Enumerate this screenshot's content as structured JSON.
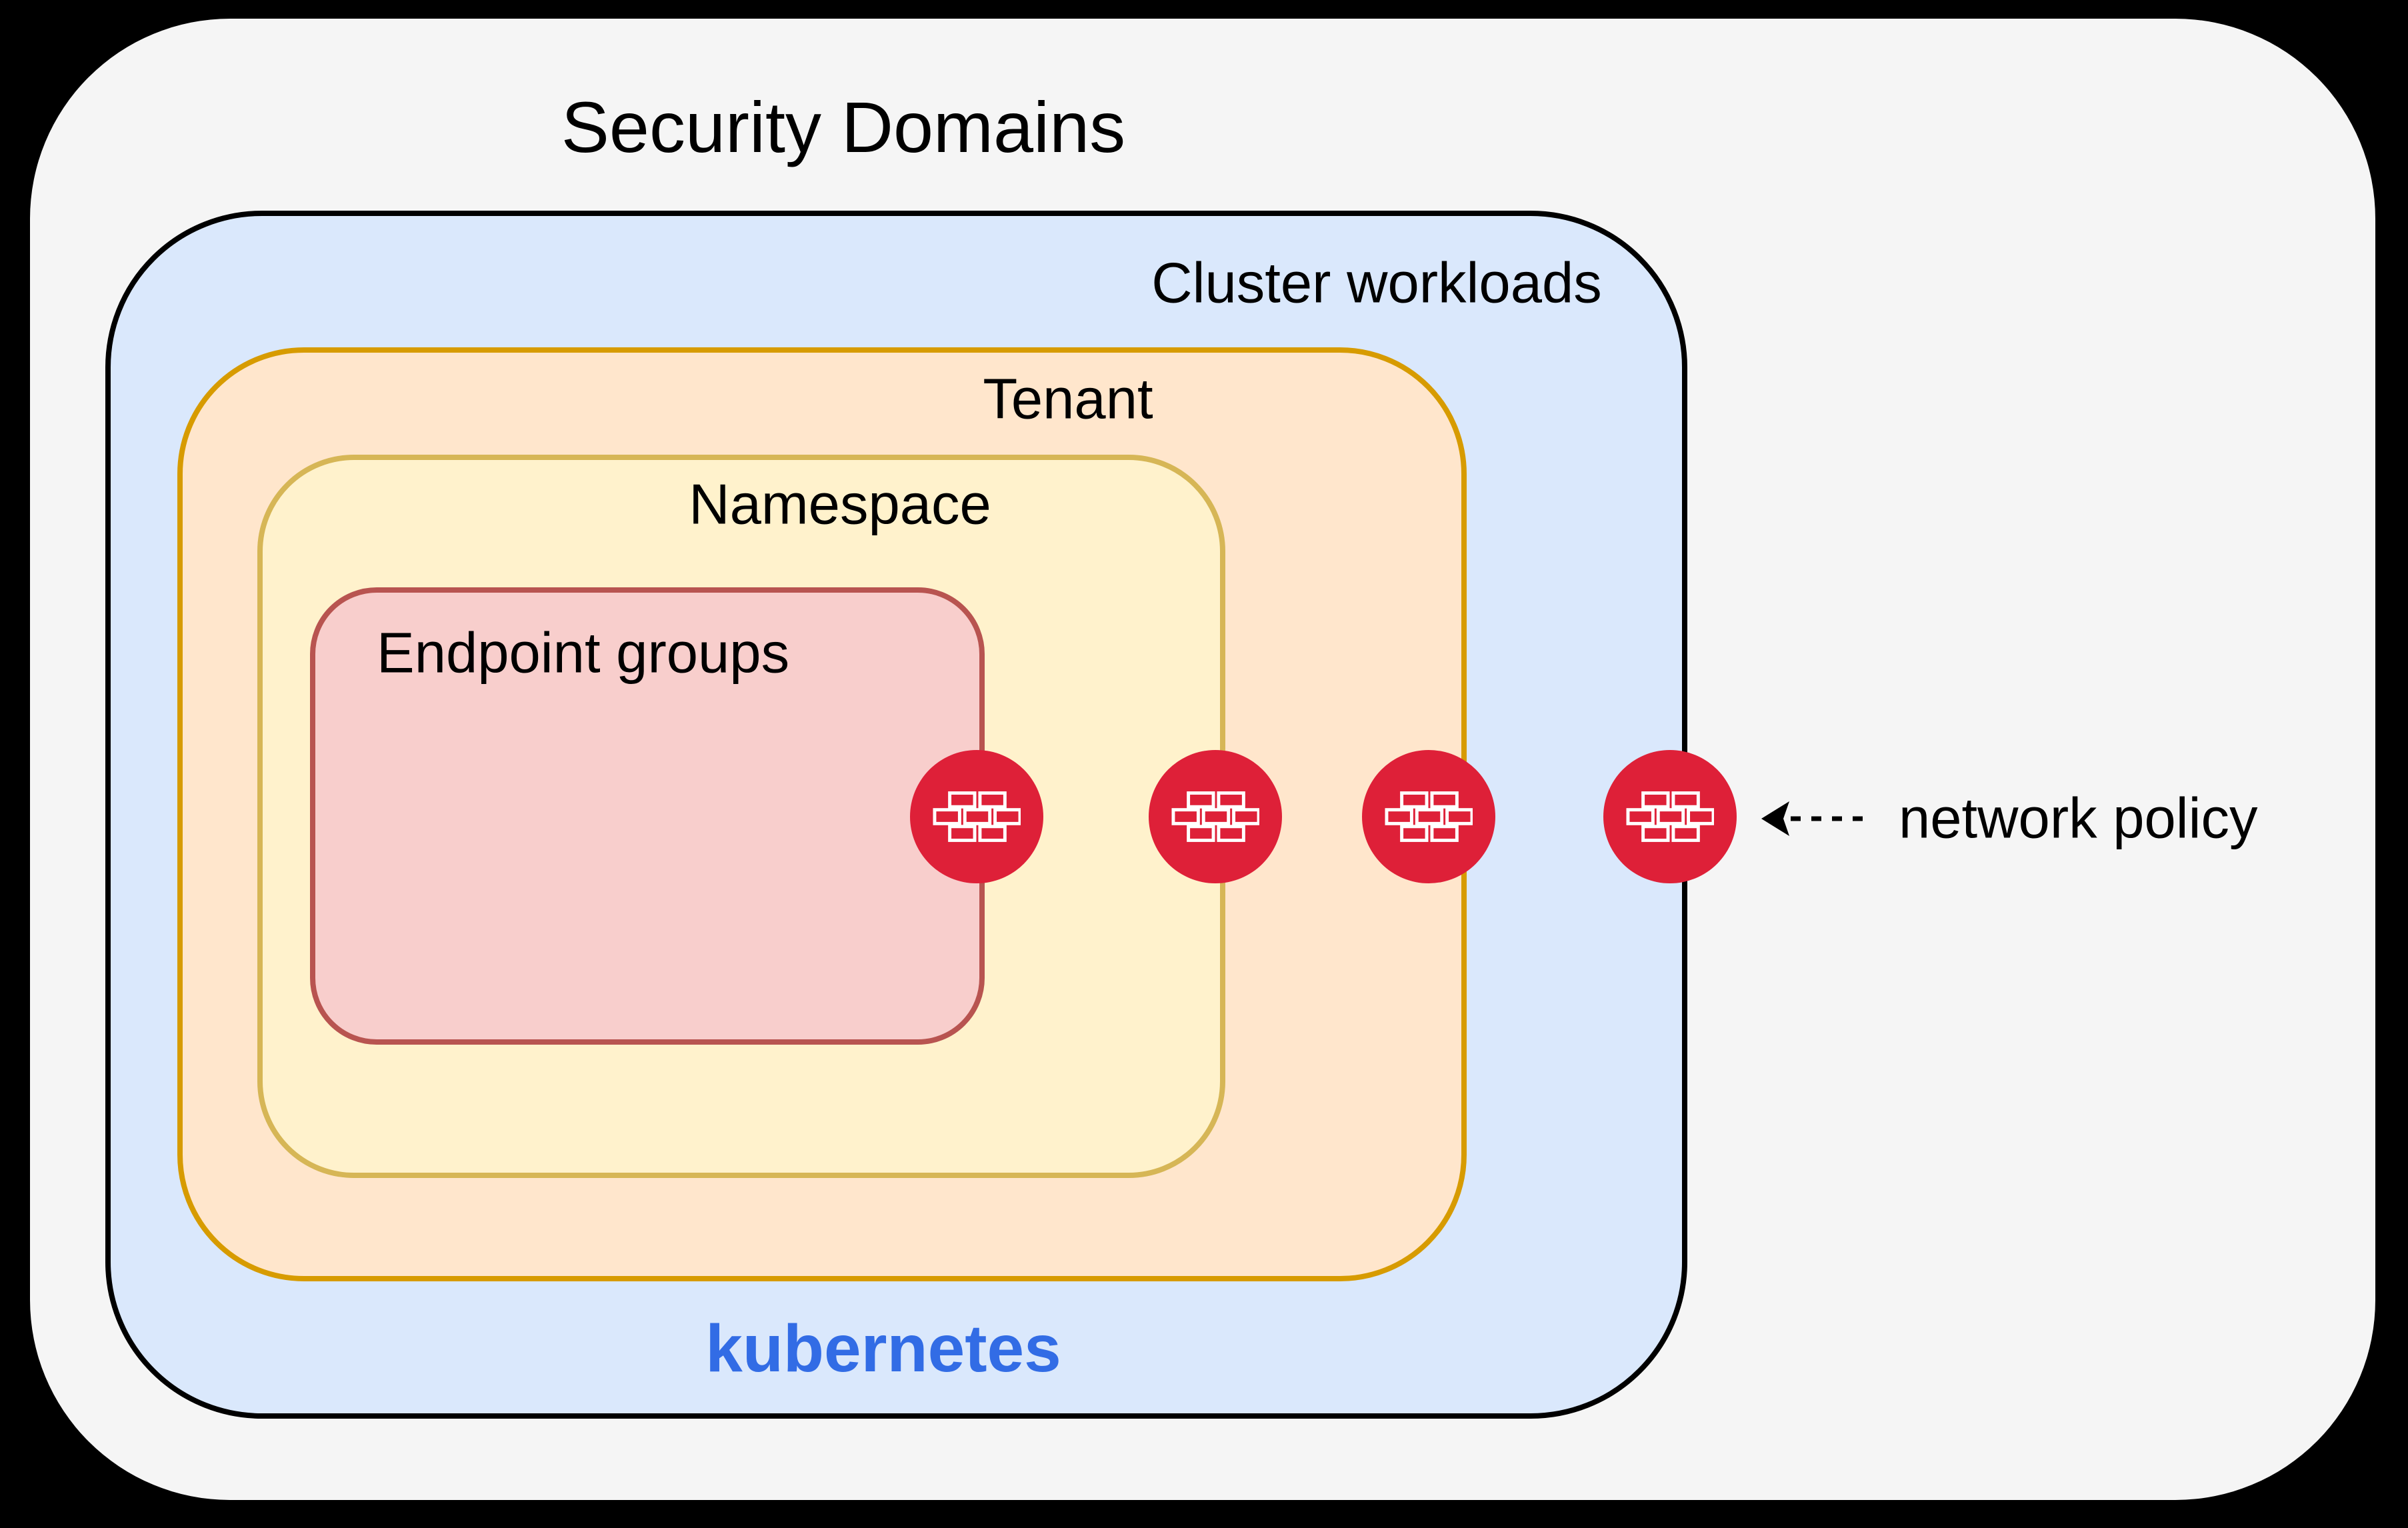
{
  "diagram": {
    "title": "Security Domains",
    "layers": [
      {
        "id": "cluster-workloads",
        "label": "Cluster workloads"
      },
      {
        "id": "tenant",
        "label": "Tenant"
      },
      {
        "id": "namespace",
        "label": "Namespace"
      },
      {
        "id": "endpoint-groups",
        "label": "Endpoint groups"
      }
    ],
    "kubernetes_wordmark": "kubernetes",
    "annotation": {
      "label": "network policy",
      "arrow_style": "dashed-left"
    },
    "firewall_nodes": {
      "icon": "firewall-brick-wall",
      "count": 4
    }
  },
  "colors": {
    "page_bg": "#000000",
    "canvas_fill": "#f5f5f5",
    "cluster_fill": "#dae8fc",
    "cluster_stroke": "#000000",
    "tenant_fill": "#ffe6cc",
    "tenant_stroke": "#d79b00",
    "namespace_fill": "#fff2cc",
    "namespace_stroke": "#d6b656",
    "endpoint_fill": "#f8cecc",
    "endpoint_stroke": "#b85450",
    "firewall_fill": "#de2038",
    "firewall_brick_stroke": "#ffffff",
    "kubernetes_text": "#326ce5",
    "label_text": "#000000"
  }
}
